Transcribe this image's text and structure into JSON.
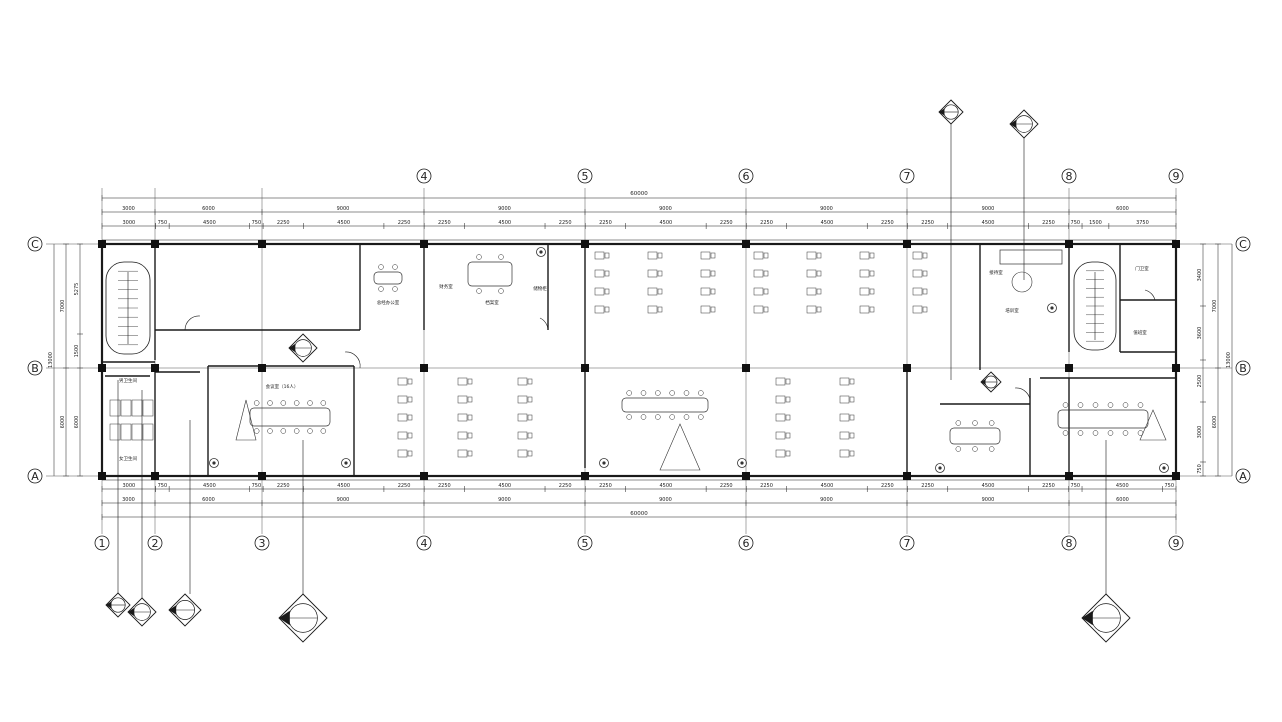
{
  "grid": {
    "columns": [
      "1",
      "2",
      "3",
      "4",
      "5",
      "6",
      "7",
      "8",
      "9"
    ],
    "rows": [
      "C",
      "B",
      "A"
    ]
  },
  "dimensions": {
    "total": "60000",
    "bays": [
      "3000",
      "6000",
      "9000",
      "9000",
      "9000",
      "9000",
      "9000",
      "6000"
    ],
    "top_detail": [
      "3000",
      "750",
      "4500",
      "750",
      "2250",
      "4500",
      "2250",
      "2250",
      "4500",
      "2250",
      "2250",
      "4500",
      "2250",
      "2250",
      "4500",
      "2250",
      "2250",
      "4500",
      "2250",
      "750",
      "1500",
      "3750"
    ],
    "bottom_detail": [
      "3000",
      "750",
      "4500",
      "750",
      "2250",
      "4500",
      "2250",
      "2250",
      "4500",
      "2250",
      "2250",
      "4500",
      "2250",
      "2250",
      "4500",
      "2250",
      "2250",
      "4500",
      "2250",
      "750",
      "4500",
      "750"
    ],
    "left_bays": [
      "7000",
      "6000"
    ],
    "left_detail": [
      "5275",
      "1500",
      "6000"
    ],
    "left_total": "13000",
    "right_bays": [
      "7000",
      "6000"
    ],
    "right_detail": [
      "3400",
      "3600",
      "2500",
      "3000",
      "750"
    ],
    "right_total": "13000"
  },
  "rooms": [
    {
      "id": "toilet-m",
      "label": "男卫生间"
    },
    {
      "id": "toilet-f",
      "label": "女卫生间"
    },
    {
      "id": "meeting",
      "label": "会议室（16人）"
    },
    {
      "id": "gm-office",
      "label": "总经办公室"
    },
    {
      "id": "finance",
      "label": "财务室"
    },
    {
      "id": "archive",
      "label": "档案室"
    },
    {
      "id": "storage",
      "label": "储物柜"
    },
    {
      "id": "reception",
      "label": "接待室"
    },
    {
      "id": "security",
      "label": "门卫室"
    },
    {
      "id": "duty",
      "label": "值班室"
    },
    {
      "id": "train",
      "label": "培训室"
    }
  ],
  "colors": {
    "line": "#1a1a1a",
    "column": "#111111",
    "furniture": "#333333"
  }
}
